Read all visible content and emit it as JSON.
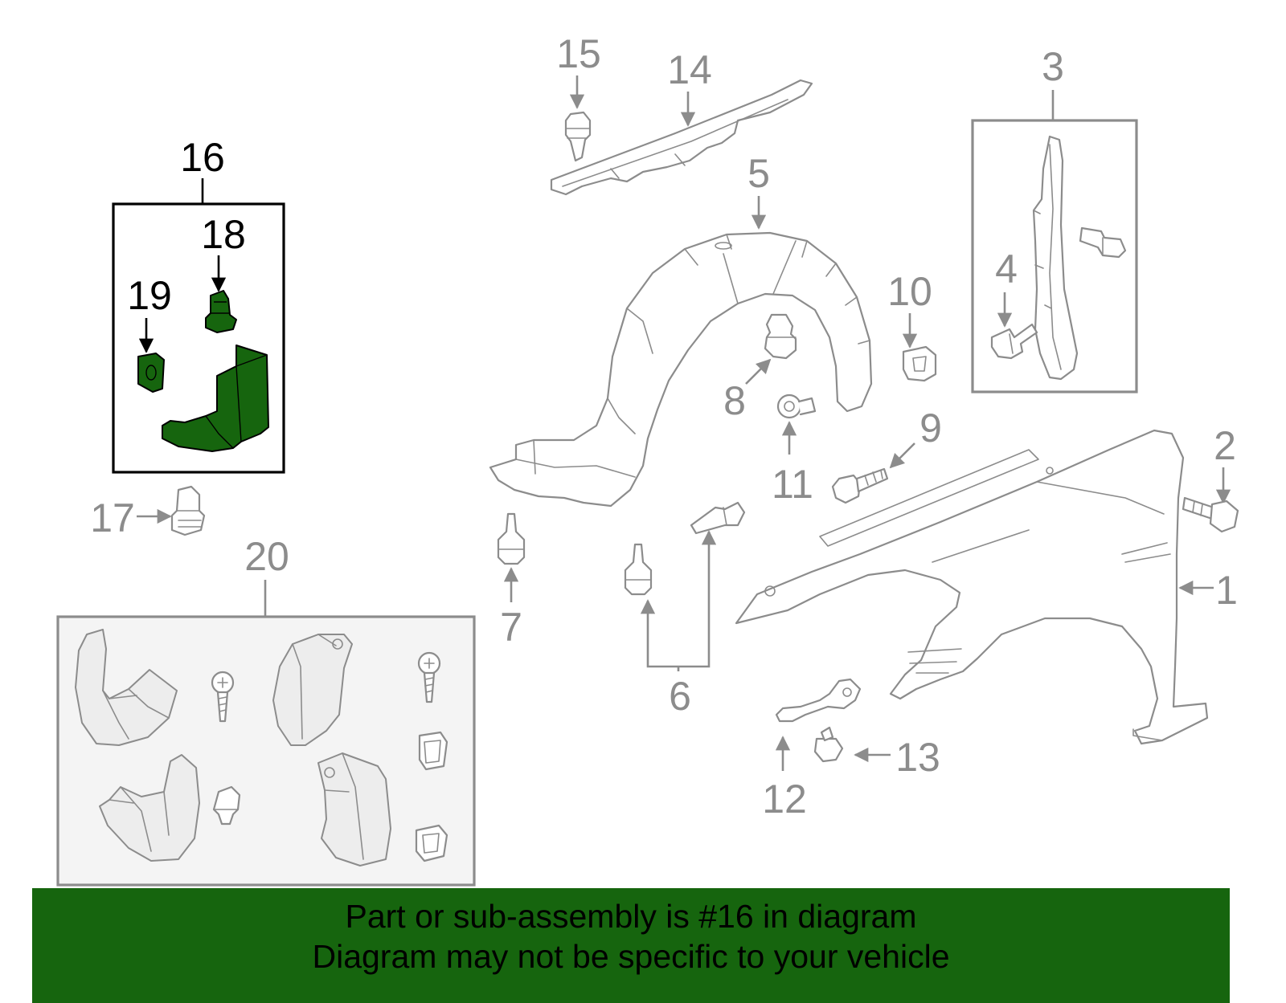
{
  "diagram": {
    "highlight_color": "#16650e",
    "line_color": "#8c8c8c",
    "callouts": {
      "c1": "1",
      "c2": "2",
      "c3": "3",
      "c4": "4",
      "c5": "5",
      "c6": "6",
      "c7": "7",
      "c8": "8",
      "c9": "9",
      "c10": "10",
      "c11": "11",
      "c12": "12",
      "c13": "13",
      "c14": "14",
      "c15": "15",
      "c16": "16",
      "c17": "17",
      "c18": "18",
      "c19": "19",
      "c20": "20"
    },
    "highlighted_callouts": [
      "16",
      "18",
      "19"
    ]
  },
  "banner": {
    "line1": "Part or sub-assembly is #16 in diagram",
    "line2": "Diagram may not be specific to your vehicle",
    "background": "#16650e"
  }
}
